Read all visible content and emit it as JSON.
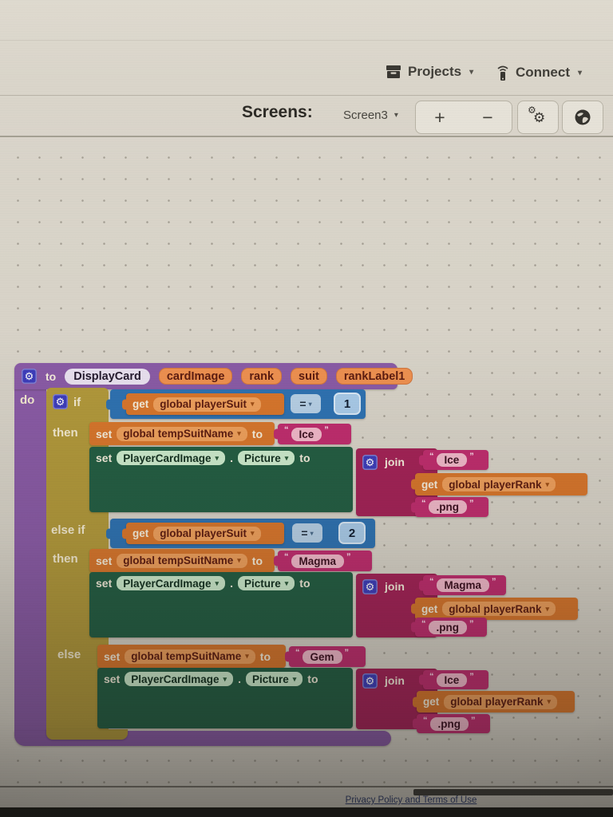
{
  "topbar": {
    "projects_label": "Projects",
    "connect_label": "Connect",
    "caret": "▾"
  },
  "screens": {
    "label": "Screens:",
    "current": "Screen3",
    "caret": "▾",
    "zoom_in": "+",
    "zoom_out": "−"
  },
  "icons": {
    "gear": "⚙"
  },
  "proc": {
    "to": "to",
    "name": "DisplayCard",
    "do": "do",
    "params": [
      "cardImage",
      "rank",
      "suit",
      "rankLabel1"
    ]
  },
  "kw": {
    "if": "if",
    "then": "then",
    "elseif": "else if",
    "else": "else",
    "set": "set",
    "get": "get",
    "to": "to",
    "join": "join",
    "eq": "=",
    "dot": ".",
    "caret": "▾",
    "oq": "“",
    "cq": "”"
  },
  "vars": {
    "tempSuitName": "global tempSuitName",
    "playerSuit": "global playerSuit",
    "playerRank": "global playerRank"
  },
  "component": {
    "name": "PlayerCardImage",
    "prop": "Picture"
  },
  "conditions": {
    "c1": "1",
    "c2": "2"
  },
  "branches": [
    {
      "suit_text": "Ice",
      "join_text": "Ice",
      "ext": ".png"
    },
    {
      "suit_text": "Magma",
      "join_text": "Magma",
      "ext": ".png"
    },
    {
      "suit_text": "Gem",
      "join_text": "Ice",
      "ext": ".png"
    }
  ],
  "footer": {
    "link": "Privacy Policy and Terms of Use"
  },
  "colors": {
    "procedure_purple": "#8a5ba6",
    "if_mustard": "#b2993b",
    "logic_blue": "#2e72b2",
    "variable_orange": "#d8762c",
    "text_pink": "#c02d6e",
    "join_crimson": "#a42257",
    "component_green": "#235e43",
    "gear_indigo": "#3d3dbb"
  }
}
